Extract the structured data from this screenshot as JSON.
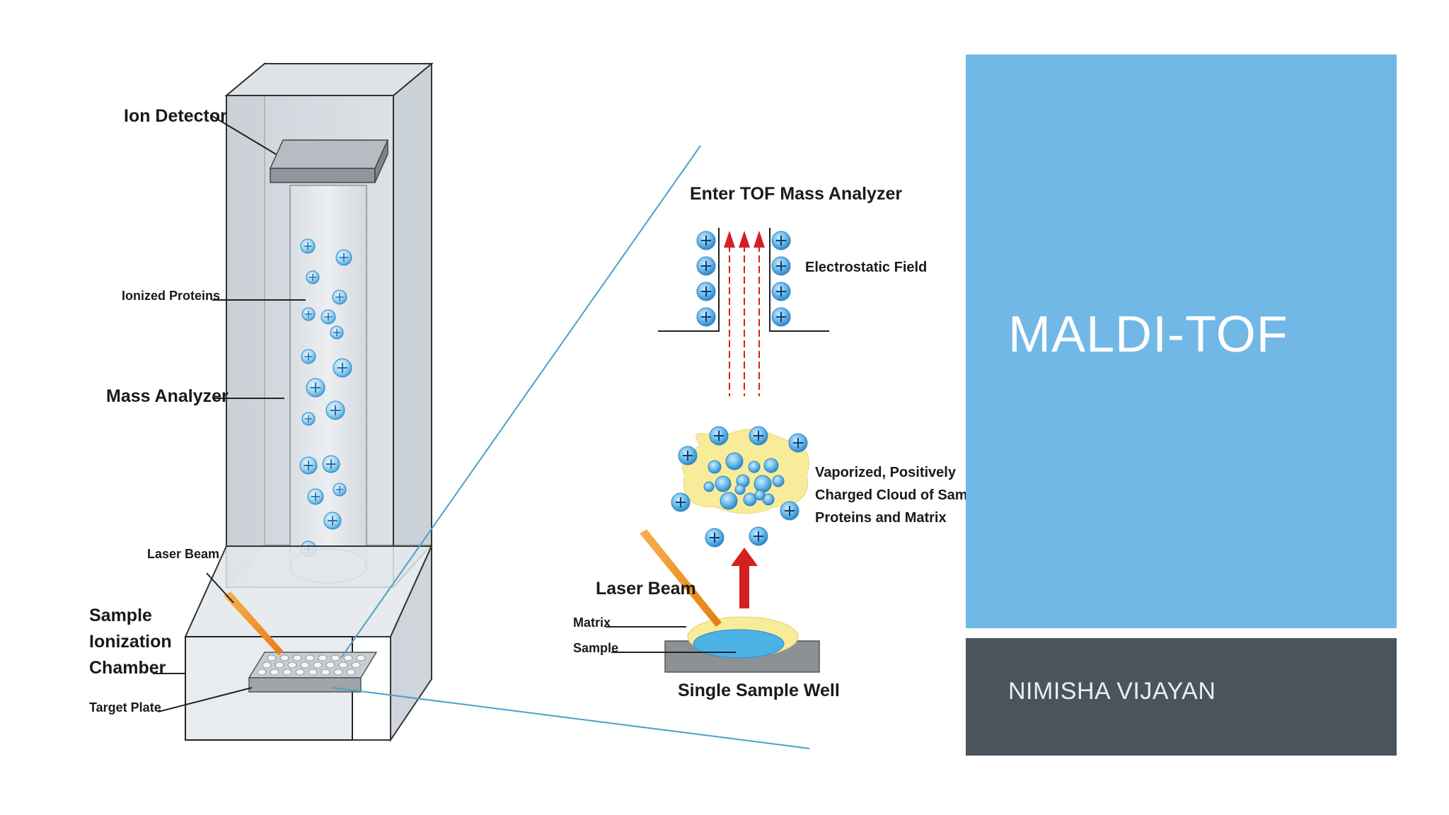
{
  "slide": {
    "title": "MALDI-TOF",
    "author": "NIMISHA VIJAYAN"
  },
  "diagram": {
    "left_labels": {
      "ion_detector": "Ion Detector",
      "ionized_proteins": "Ionized Proteins",
      "mass_analyzer": "Mass Analyzer",
      "laser_beam": "Laser Beam",
      "sample_ionization_chamber": [
        "Sample",
        "Ionization",
        "Chamber"
      ],
      "target_plate": "Target Plate"
    },
    "right_labels": {
      "enter_tof": "Enter TOF Mass Analyzer",
      "electrostatic_field": "Electrostatic Field",
      "vaporized_cloud": [
        "Vaporized, Positively",
        "Charged Cloud of Sample",
        "Proteins and Matrix"
      ],
      "laser_beam": "Laser Beam",
      "matrix": "Matrix",
      "sample": "Sample",
      "single_sample_well": "Single Sample Well"
    },
    "colors": {
      "panel_blue": "#72b8e6",
      "panel_dark": "#4b545c",
      "ion_blue": "#58b3e8",
      "laser_orange": "#f0961e",
      "matrix_yellow": "#f8ec9a",
      "arrow_red": "#d42020",
      "zoom_line": "#4aa0c8"
    }
  }
}
